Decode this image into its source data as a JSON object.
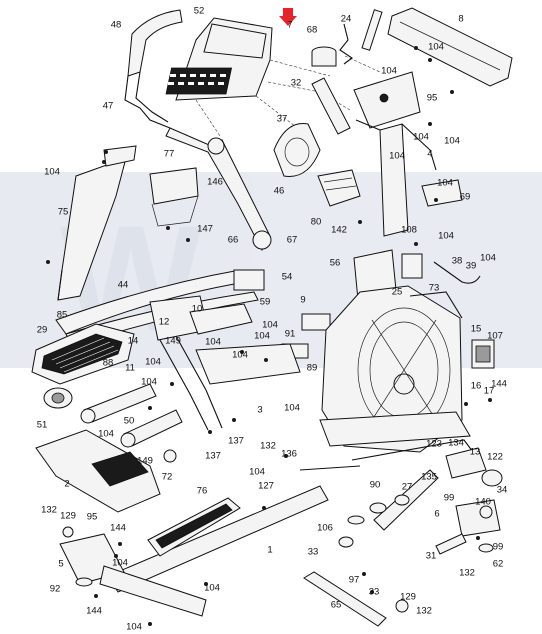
{
  "watermark": {
    "color": "#b8c2d6"
  },
  "highlight": {
    "marker_color": "#e8212b"
  },
  "labels": [
    "52",
    "48",
    "7",
    "24",
    "8",
    "68",
    "104",
    "104",
    "95",
    "47",
    "32",
    "104",
    "4",
    "37",
    "104",
    "104",
    "77",
    "46",
    "80",
    "69",
    "104",
    "146",
    "104",
    "142",
    "75",
    "147",
    "66",
    "67",
    "108",
    "104",
    "38",
    "39",
    "56",
    "104",
    "54",
    "25",
    "73",
    "44",
    "10",
    "9",
    "59",
    "15",
    "107",
    "12",
    "85",
    "104",
    "91",
    "104",
    "29",
    "14",
    "104",
    "149",
    "104",
    "89",
    "11",
    "88",
    "3",
    "144",
    "16",
    "17",
    "104",
    "104",
    "104",
    "51",
    "50",
    "137",
    "137",
    "104",
    "149",
    "132",
    "2",
    "136",
    "72",
    "123",
    "134",
    "13",
    "122",
    "135",
    "104",
    "127",
    "34",
    "76",
    "90",
    "27",
    "99",
    "140",
    "132",
    "129",
    "95",
    "144",
    "106",
    "6",
    "1",
    "5",
    "104",
    "33",
    "31",
    "62",
    "99",
    "104",
    "132",
    "97",
    "92",
    "65",
    "144",
    "104",
    "33",
    "129",
    "132"
  ]
}
